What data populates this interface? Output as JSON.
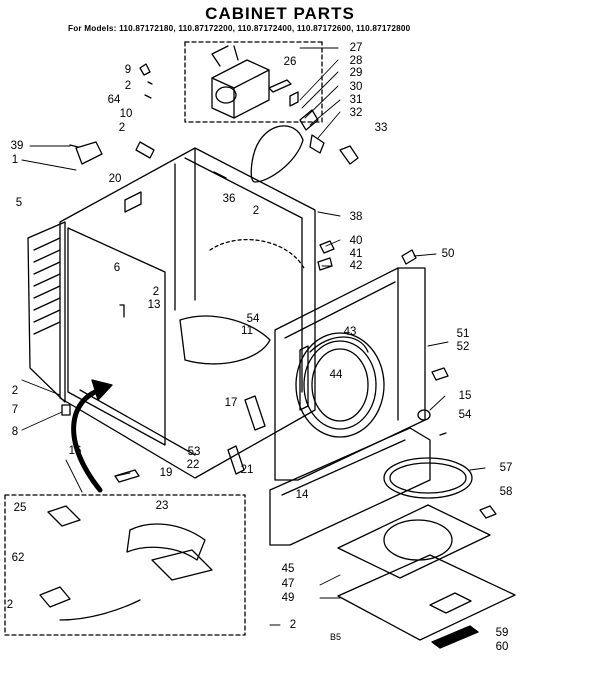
{
  "title": "CABINET PARTS",
  "subtitle": "For Models: 110.87172180, 110.87172200, 110.87172400, 110.87172600, 110.87172800",
  "footer_code": "B5",
  "callouts": [
    {
      "id": "c-9",
      "label": "9"
    },
    {
      "id": "c-2a",
      "label": "2"
    },
    {
      "id": "c-64",
      "label": "64"
    },
    {
      "id": "c-10",
      "label": "10"
    },
    {
      "id": "c-2b",
      "label": "2"
    },
    {
      "id": "c-39",
      "label": "39"
    },
    {
      "id": "c-1",
      "label": "1"
    },
    {
      "id": "c-20",
      "label": "20"
    },
    {
      "id": "c-26",
      "label": "26"
    },
    {
      "id": "c-27",
      "label": "27"
    },
    {
      "id": "c-28",
      "label": "28"
    },
    {
      "id": "c-29",
      "label": "29"
    },
    {
      "id": "c-30",
      "label": "30"
    },
    {
      "id": "c-31",
      "label": "31"
    },
    {
      "id": "c-32",
      "label": "32"
    },
    {
      "id": "c-33",
      "label": "33"
    },
    {
      "id": "c-36",
      "label": "36"
    },
    {
      "id": "c-2c",
      "label": "2"
    },
    {
      "id": "c-38",
      "label": "38"
    },
    {
      "id": "c-5",
      "label": "5"
    },
    {
      "id": "c-6",
      "label": "6"
    },
    {
      "id": "c-40",
      "label": "40"
    },
    {
      "id": "c-41",
      "label": "41"
    },
    {
      "id": "c-42",
      "label": "42"
    },
    {
      "id": "c-50",
      "label": "50"
    },
    {
      "id": "c-2d",
      "label": "2"
    },
    {
      "id": "c-13",
      "label": "13"
    },
    {
      "id": "c-54a",
      "label": "54"
    },
    {
      "id": "c-11",
      "label": "11"
    },
    {
      "id": "c-43",
      "label": "43"
    },
    {
      "id": "c-51",
      "label": "51"
    },
    {
      "id": "c-52",
      "label": "52"
    },
    {
      "id": "c-44",
      "label": "44"
    },
    {
      "id": "c-2e",
      "label": "2"
    },
    {
      "id": "c-7",
      "label": "7"
    },
    {
      "id": "c-15",
      "label": "15"
    },
    {
      "id": "c-17",
      "label": "17"
    },
    {
      "id": "c-54b",
      "label": "54"
    },
    {
      "id": "c-8",
      "label": "8"
    },
    {
      "id": "c-53",
      "label": "53"
    },
    {
      "id": "c-22",
      "label": "22"
    },
    {
      "id": "c-21",
      "label": "21"
    },
    {
      "id": "c-16",
      "label": "16"
    },
    {
      "id": "c-19",
      "label": "19"
    },
    {
      "id": "c-57",
      "label": "57"
    },
    {
      "id": "c-14",
      "label": "14"
    },
    {
      "id": "c-25",
      "label": "25"
    },
    {
      "id": "c-23",
      "label": "23"
    },
    {
      "id": "c-58",
      "label": "58"
    },
    {
      "id": "c-62",
      "label": "62"
    },
    {
      "id": "c-45",
      "label": "45"
    },
    {
      "id": "c-47",
      "label": "47"
    },
    {
      "id": "c-49",
      "label": "49"
    },
    {
      "id": "c-2f",
      "label": "2"
    },
    {
      "id": "c-2g",
      "label": "2"
    },
    {
      "id": "c-59",
      "label": "59"
    },
    {
      "id": "c-60",
      "label": "60"
    }
  ]
}
